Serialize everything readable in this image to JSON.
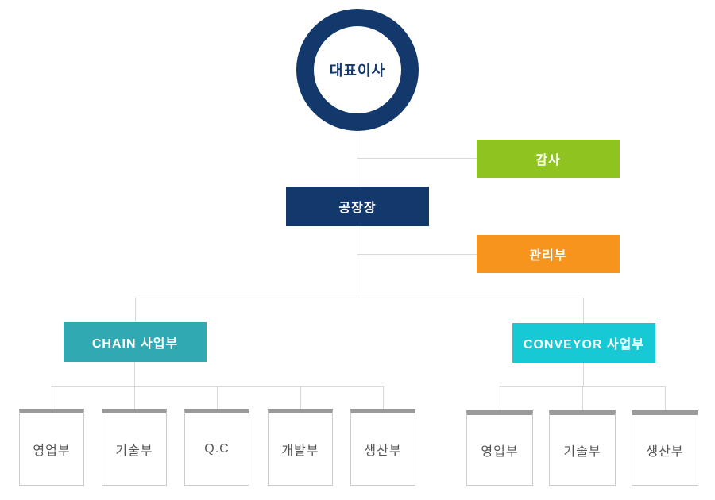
{
  "org_chart": {
    "ceo": {
      "label": "대표이사",
      "color": "#13386b"
    },
    "audit": {
      "label": "감사",
      "color": "#8fc31f"
    },
    "factory_manager": {
      "label": "공장장",
      "color": "#13386b"
    },
    "management_dept": {
      "label": "관리부",
      "color": "#f7941e"
    },
    "divisions": [
      {
        "label": "CHAIN 사업부",
        "color": "#30a9b2",
        "departments": [
          "영업부",
          "기술부",
          "Q.C",
          "개발부",
          "생산부"
        ]
      },
      {
        "label": "CONVEYOR 사업부",
        "color": "#17c9d5",
        "departments": [
          "영업부",
          "기술부",
          "생산부"
        ]
      }
    ],
    "connector_color": "#d9d9d9"
  }
}
